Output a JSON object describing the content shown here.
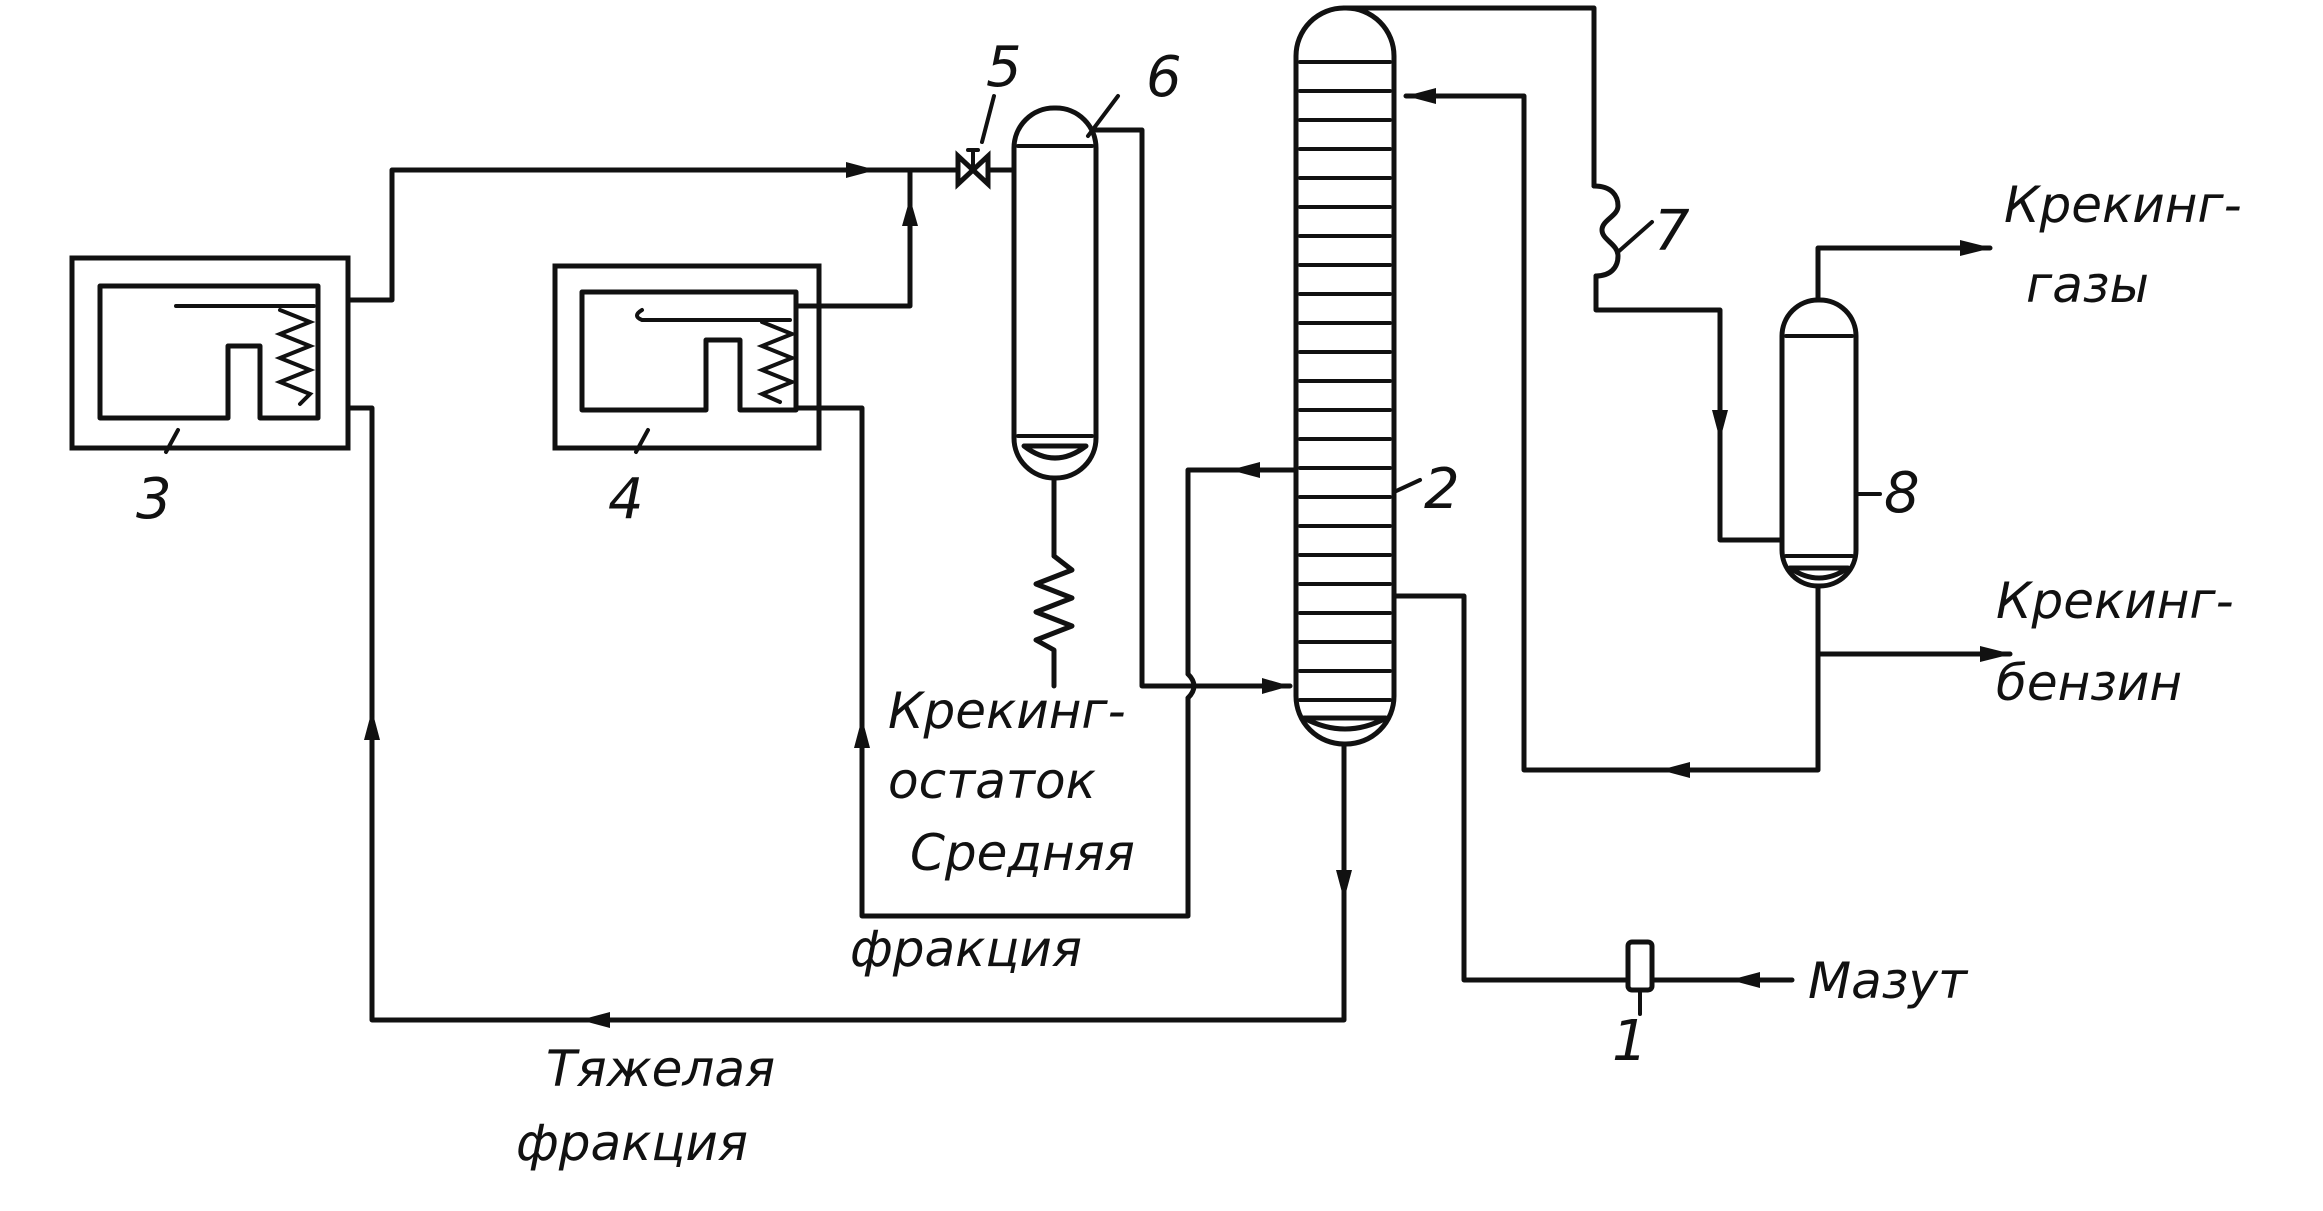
{
  "numbers": {
    "n1": "1",
    "n2": "2",
    "n3": "3",
    "n4": "4",
    "n5": "5",
    "n6": "6",
    "n7": "7",
    "n8": "8"
  },
  "labels": {
    "gases_1": "Крекинг-",
    "gases_2": "газы",
    "gasoline_1": "Крекинг-",
    "gasoline_2": "бензин",
    "residue_1": "Крекинг-",
    "residue_2": "остаток",
    "middle_1": "Средняя",
    "middle_2": "фракция",
    "heavy_1": "Тяжелая",
    "heavy_2": "фракция",
    "feed": "Мазут"
  }
}
